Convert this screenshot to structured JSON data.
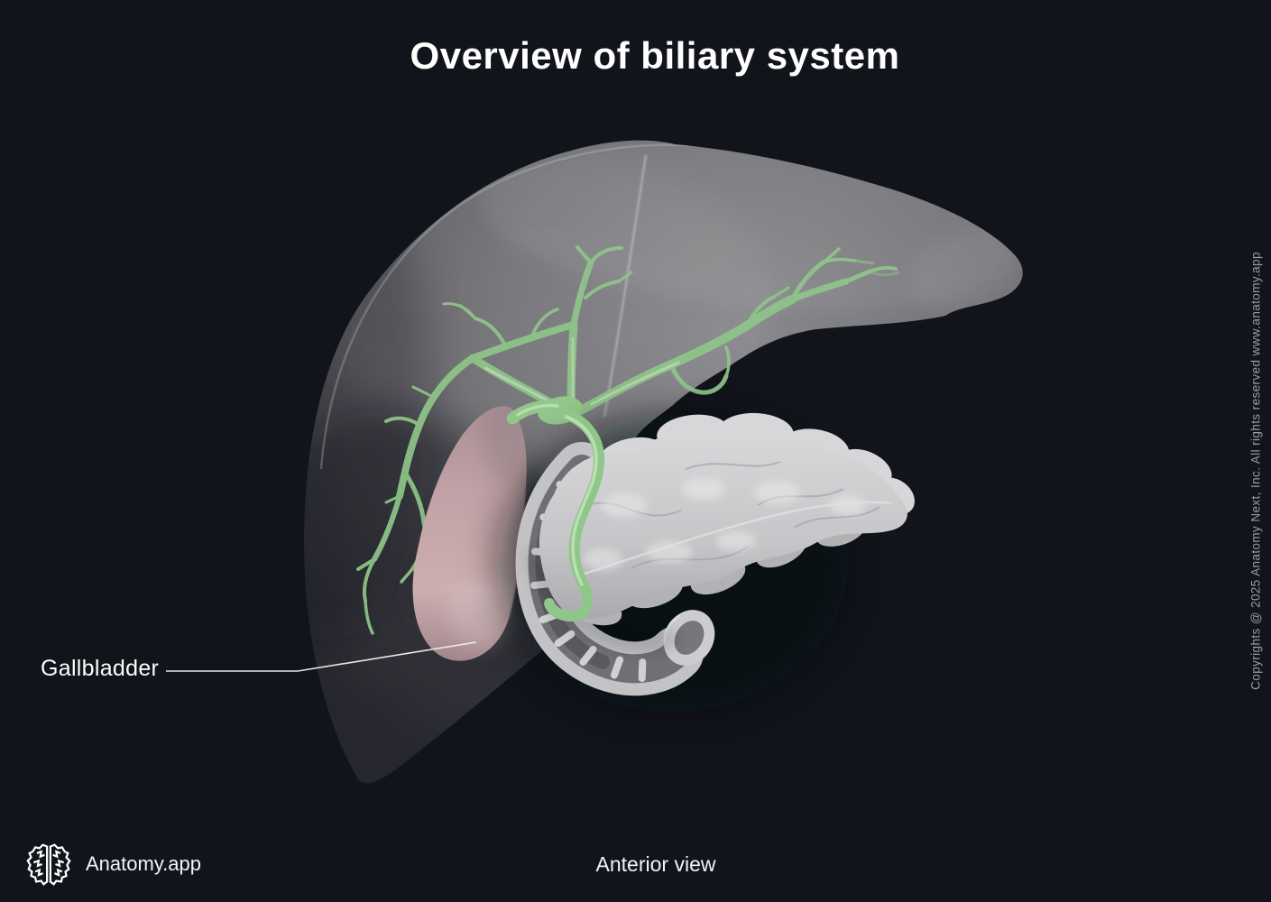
{
  "header": {
    "title": "Overview of biliary system"
  },
  "annotations": {
    "gallbladder_label": "Gallbladder"
  },
  "footer": {
    "brand_name": "Anatomy.app",
    "view_label": "Anterior view",
    "copyright": "Copyrights @ 2025 Anatomy Next, Inc. All rights reserved www.anatomy.app"
  },
  "icons": {
    "brand_logo": "brain-icon"
  },
  "illustration": {
    "view": "anterior",
    "depicted_structures": [
      "liver",
      "intrahepatic-bile-ducts",
      "common-bile-duct",
      "gallbladder",
      "pancreas",
      "duodenum"
    ],
    "colors": {
      "background": "#11141b",
      "liver_gray": "#77777b",
      "bile_duct_green": "#8fc689",
      "gallbladder_pink": "#c4a6a9",
      "pancreas_gray": "#cbcbcd",
      "duodenum_gray": "#c3c3c6",
      "label_text": "#fdfdfd",
      "copyright_text": "#999da3",
      "leader_line": "#e9e9ea"
    }
  }
}
